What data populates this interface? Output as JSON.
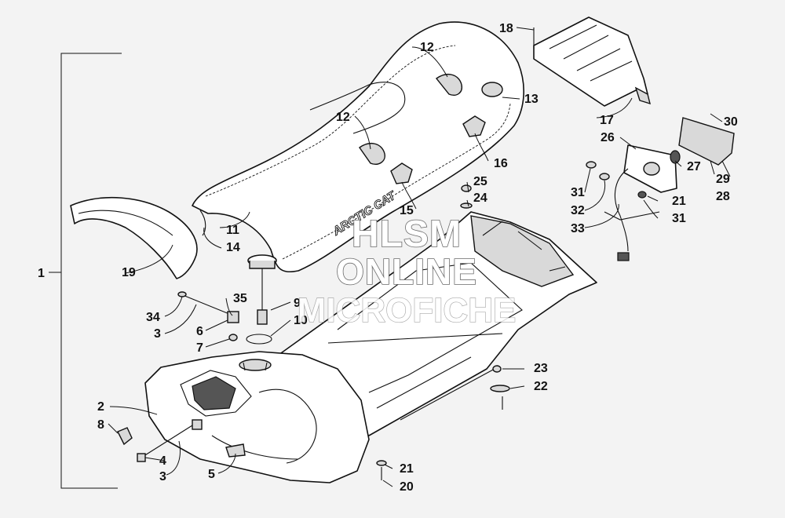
{
  "watermark": {
    "line1": "HLSM",
    "line2": "ONLINE",
    "line3": "MICROFICHE"
  },
  "seat_brand": "ARCTIC CAT",
  "callouts": {
    "c1": "1",
    "c2": "2",
    "c3a": "3",
    "c3b": "3",
    "c4": "4",
    "c5": "5",
    "c6": "6",
    "c7": "7",
    "c8": "8",
    "c9": "9",
    "c10": "10",
    "c11": "11",
    "c12a": "12",
    "c12b": "12",
    "c13": "13",
    "c14": "14",
    "c15": "15",
    "c16": "16",
    "c17": "17",
    "c18": "18",
    "c19": "19",
    "c20": "20",
    "c21a": "21",
    "c21b": "21",
    "c22": "22",
    "c23": "23",
    "c24": "24",
    "c25": "25",
    "c26": "26",
    "c27": "27",
    "c28": "28",
    "c29": "29",
    "c30": "30",
    "c31a": "31",
    "c31b": "31",
    "c32": "32",
    "c33": "33",
    "c34": "34",
    "c35": "35"
  }
}
